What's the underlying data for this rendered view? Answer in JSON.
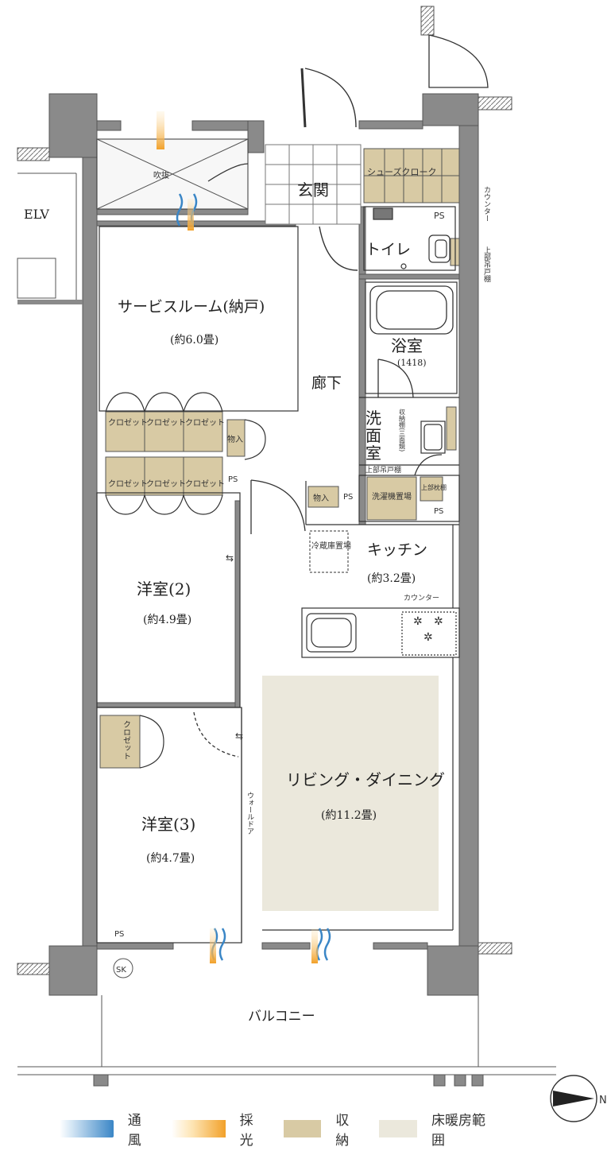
{
  "labels": {
    "elv": "ELV",
    "fukinuke": "吹抜",
    "genkan": "玄関",
    "shoes_closet": "シューズクローク",
    "counter_top": "カウンター",
    "upper_cabinet_top": "上部吊戸棚",
    "toilet": "トイレ",
    "service_room": "サービスルーム(納戸)",
    "service_room_area": "(約6.0畳)",
    "bath": "浴室",
    "bath_size": "(1418)",
    "hallway": "廊下",
    "closet": "クロゼット",
    "storage": "物入",
    "ps": "PS",
    "senmen": [
      "洗",
      "面",
      "室"
    ],
    "shuno_dana": "収納棚(三面鏡)",
    "upper_cabinet_senmen": "上部吊戸棚",
    "washer": "洗濯機置場",
    "upper_shelf": "上部枕棚",
    "fridge": "冷蔵庫置場",
    "kitchen": "キッチン",
    "kitchen_area": "(約3.2畳)",
    "counter_kitchen": "カウンター",
    "room2": "洋室(2)",
    "room2_area": "(約4.9畳)",
    "room3": "洋室(3)",
    "room3_area": "(約4.7畳)",
    "living": "リビング・ダイニング",
    "living_area": "(約11.2畳)",
    "wall_door": "ウォールドア",
    "sk": "SK",
    "balcony": "バルコニー",
    "north": "N"
  },
  "legend": {
    "ventilation": "通風",
    "daylight": "採光",
    "storage": "収納",
    "floor_heating": "床暖房範囲"
  },
  "colors": {
    "wall": "#8a8a8a",
    "wall_dark": "#6e6e6e",
    "storage": "#d8caa4",
    "floor_heating": "#ebe8dc",
    "ventilation": "#3a86c6",
    "daylight": "#f2a12a",
    "line": "#333333"
  }
}
